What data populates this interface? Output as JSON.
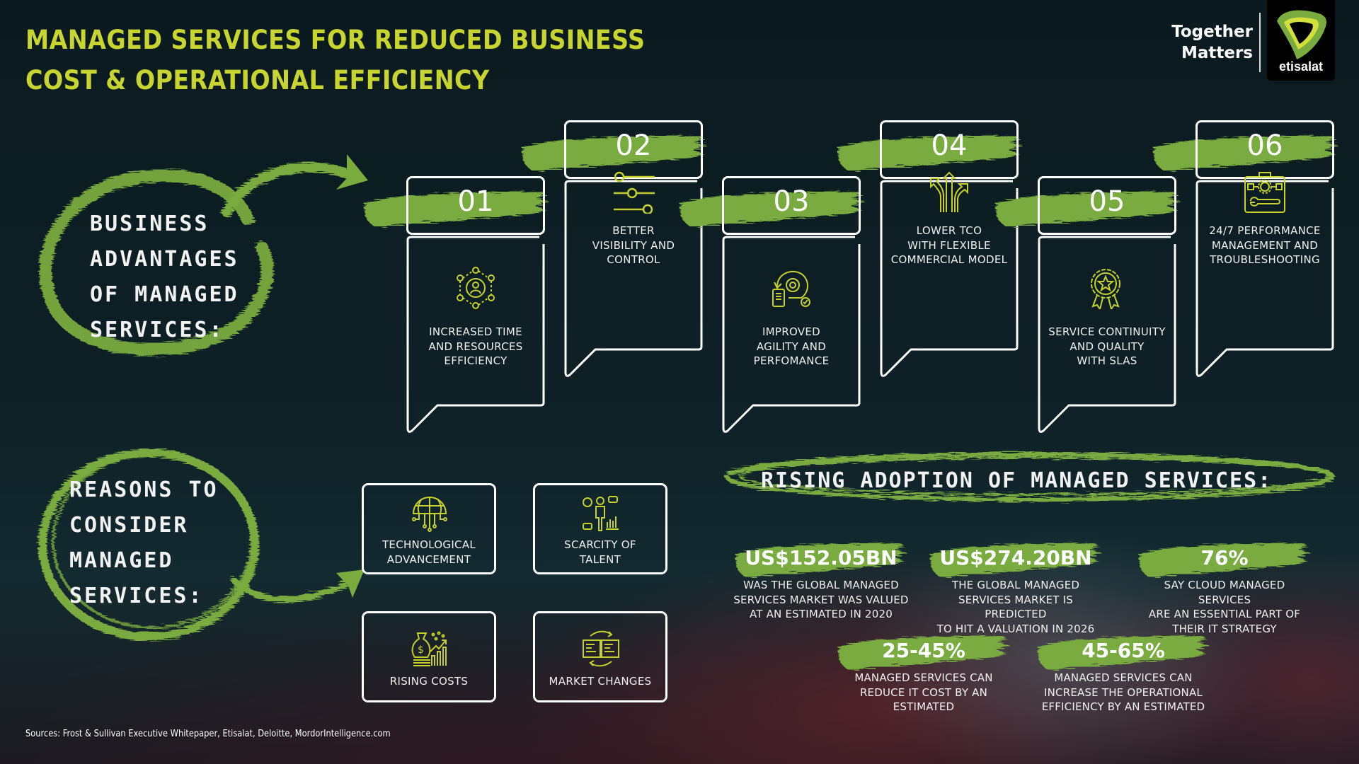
{
  "header": {
    "title_line1": "MANAGED SERVICES FOR REDUCED BUSINESS",
    "title_line2": "COST & OPERATIONAL EFFICIENCY"
  },
  "brand": {
    "tagline_line1": "Together",
    "tagline_line2": "Matters",
    "logo_text": "etisalat",
    "logo_icon": "etisalat-logo-icon"
  },
  "colors": {
    "accent_green": "#7aab3f",
    "title_yellow": "#c8d42f",
    "icon_yellow": "#c6d12e",
    "background": "#0e2127"
  },
  "advantages": {
    "heading": [
      "BUSINESS",
      "ADVANTAGES",
      "OF MANAGED",
      "SERVICES:"
    ],
    "items": [
      {
        "number": "01",
        "icon": "network-people-icon",
        "lines": [
          "INCREASED TIME",
          "AND RESOURCES",
          "EFFICIENCY"
        ]
      },
      {
        "number": "02",
        "icon": "sliders-icon",
        "lines": [
          "BETTER",
          "VISIBILITY AND",
          "CONTROL"
        ]
      },
      {
        "number": "03",
        "icon": "gear-cycle-icon",
        "lines": [
          "IMPROVED",
          "AGILITY AND",
          "PERFOMANCE"
        ]
      },
      {
        "number": "04",
        "icon": "split-arrows-icon",
        "lines": [
          "LOWER TCO",
          "WITH FLEXIBLE",
          "COMMERCIAL MODEL"
        ]
      },
      {
        "number": "05",
        "icon": "award-ribbon-icon",
        "lines": [
          "SERVICE CONTINUITY",
          "AND QUALITY",
          "WITH SLAS"
        ]
      },
      {
        "number": "06",
        "icon": "toolbox-icon",
        "lines": [
          "24/7 PERFORMANCE",
          "MANAGEMENT AND",
          "TROUBLESHOOTING"
        ]
      }
    ]
  },
  "reasons": {
    "heading": [
      "REASONS TO",
      "CONSIDER",
      "MANAGED",
      "SERVICES:"
    ],
    "items": [
      {
        "icon": "globe-circuit-icon",
        "lines": [
          "TECHNOLOGICAL",
          "ADVANCEMENT"
        ]
      },
      {
        "icon": "person-analytics-icon",
        "lines": [
          "SCARCITY OF",
          "TALENT"
        ]
      },
      {
        "icon": "money-bag-growth-icon",
        "lines": [
          "RISING COSTS"
        ]
      },
      {
        "icon": "exchange-documents-icon",
        "lines": [
          "MARKET CHANGES"
        ]
      }
    ]
  },
  "adoption": {
    "heading": "RISING ADOPTION OF MANAGED SERVICES:",
    "stats": [
      {
        "value": "US$152.05BN",
        "lines": [
          "WAS THE GLOBAL MANAGED",
          "SERVICES MARKET WAS VALUED",
          "AT AN ESTIMATED IN 2020"
        ]
      },
      {
        "value": "US$274.20BN",
        "lines": [
          "THE GLOBAL MANAGED",
          "SERVICES MARKET IS PREDICTED",
          "TO HIT A VALUATION IN 2026"
        ]
      },
      {
        "value": "76%",
        "lines": [
          "SAY CLOUD MANAGED SERVICES",
          "ARE AN ESSENTIAL PART OF",
          "THEIR IT STRATEGY"
        ]
      },
      {
        "value": "25-45%",
        "lines": [
          "MANAGED SERVICES CAN",
          "REDUCE IT COST BY AN",
          "ESTIMATED"
        ]
      },
      {
        "value": "45-65%",
        "lines": [
          "MANAGED SERVICES CAN",
          "INCREASE THE OPERATIONAL",
          "EFFICIENCY BY AN ESTIMATED"
        ]
      }
    ]
  },
  "footer": {
    "sources": "Sources: Frost & Sullivan Executive Whitepaper, Etisalat, Deloitte, MordorIntelligence.com"
  }
}
